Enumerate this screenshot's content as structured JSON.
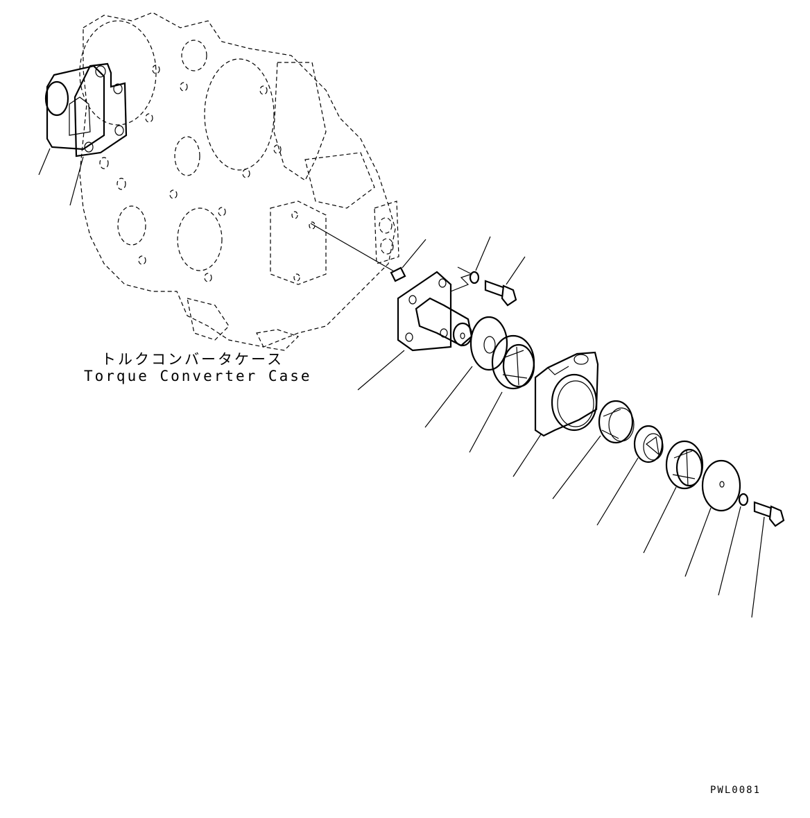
{
  "labels": {
    "case_jp": "トルクコンバータケース",
    "case_en": "Torque Converter Case"
  },
  "drawing_code": "PWL0081"
}
